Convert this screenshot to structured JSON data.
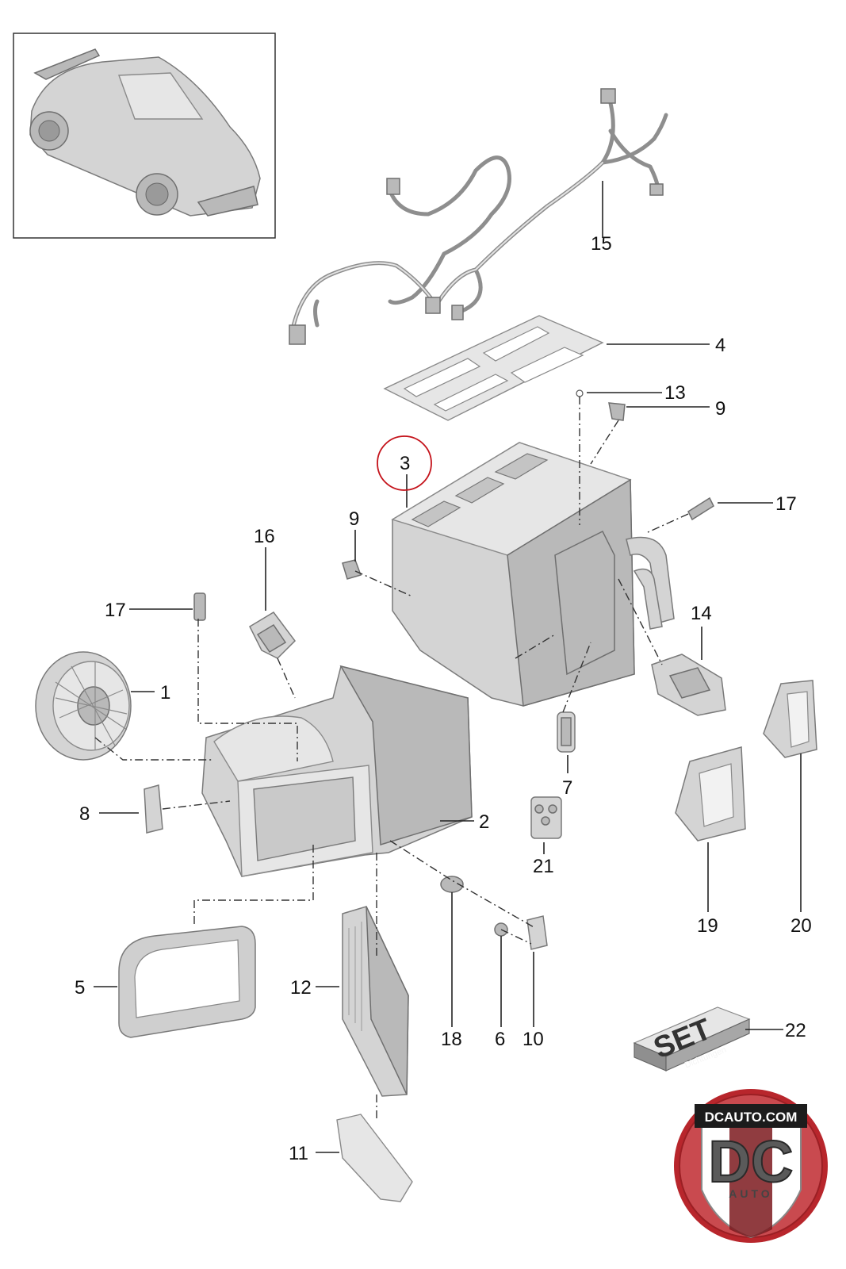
{
  "labels": {
    "l1": "1",
    "l2": "2",
    "l3": "3",
    "l4": "4",
    "l5": "5",
    "l6": "6",
    "l7": "7",
    "l8": "8",
    "l9a": "9",
    "l9b": "9",
    "l10": "10",
    "l11": "11",
    "l12": "12",
    "l13": "13",
    "l14": "14",
    "l15": "15",
    "l16": "16",
    "l17a": "17",
    "l17b": "17",
    "l18": "18",
    "l19": "19",
    "l20": "20",
    "l21": "21",
    "l22": "22"
  },
  "set_box": {
    "title": "SET",
    "subtitle": "Dichtungen"
  },
  "logo": {
    "top_text": "DCAUTO.COM",
    "letters": "DC",
    "bottom_text": "AUTO"
  },
  "colors": {
    "highlight_circle": "#c4121a",
    "part_fill": "#d4d4d4",
    "logo_red": "#b8262c"
  },
  "icons": {
    "thumbnail": "car-thumbnail-icon",
    "logo": "dcauto-logo-icon"
  }
}
